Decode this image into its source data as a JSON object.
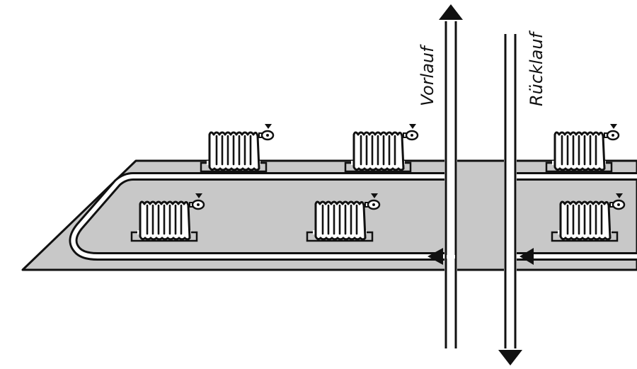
{
  "labels": {
    "supply": "Vorlauf",
    "return": "Rücklauf"
  },
  "colors": {
    "floor": "#c8c8c8",
    "line": "#111111",
    "background": "#ffffff"
  },
  "flow": {
    "supply_direction": "up",
    "return_direction": "down"
  },
  "icons": {
    "radiator": "radiator-icon",
    "valve": "thermostatic-valve-icon",
    "arrow": "flow-arrow-icon"
  }
}
